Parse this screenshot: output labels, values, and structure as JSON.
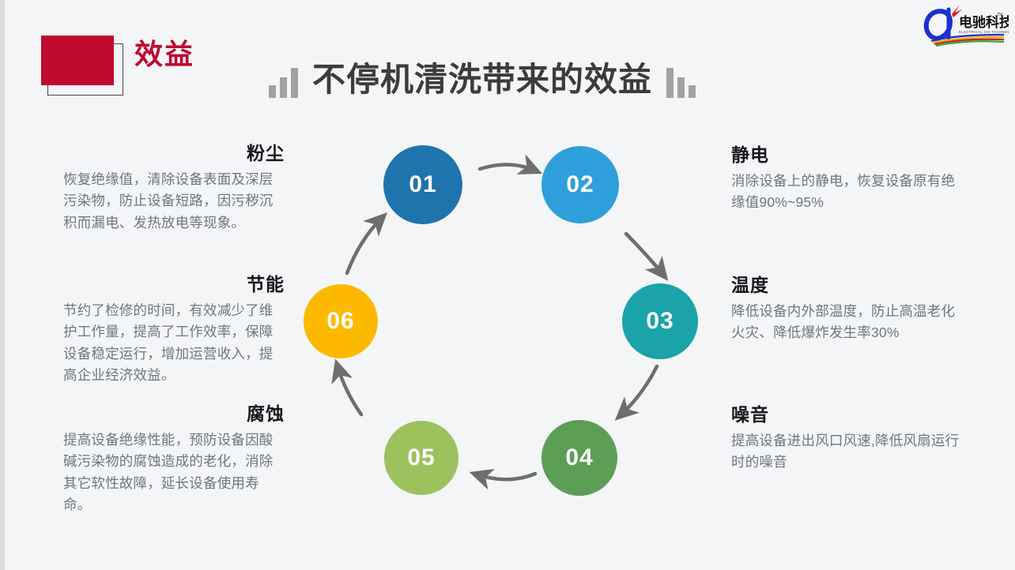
{
  "header": {
    "section_label": "效益",
    "title": "不停机清洗带来的效益",
    "badge_color": "#bf0a30",
    "title_color": "#3c3c3c",
    "bar_color": "#a2a2a4"
  },
  "logo": {
    "name": "电驰科技",
    "subtitle": "ELECTRICAL CHI TECHNOLOGY",
    "trademark": "TM"
  },
  "diagram": {
    "type": "cycle",
    "nodes": [
      {
        "id": "01",
        "label": "01",
        "color": "#1f74ad"
      },
      {
        "id": "02",
        "label": "02",
        "color": "#2f9fdb"
      },
      {
        "id": "03",
        "label": "03",
        "color": "#1aa3a8"
      },
      {
        "id": "04",
        "label": "04",
        "color": "#5c9e55"
      },
      {
        "id": "05",
        "label": "05",
        "color": "#9bc25d"
      },
      {
        "id": "06",
        "label": "06",
        "color": "#fcb900"
      }
    ],
    "arrow_color": "#6e6e6e"
  },
  "blocks": {
    "dust": {
      "heading": "粉尘",
      "body": "恢复绝缘值，清除设备表面及深层污染物，防止设备短路，因污秽沉积而漏电、发热放电等现象。"
    },
    "energy": {
      "heading": "节能",
      "body": "节约了检修的时间，有效减少了维护工作量，提高了工作效率，保障设备稳定运行，增加运营收入，提高企业经济效益。"
    },
    "corrosion": {
      "heading": "腐蚀",
      "body": "提高设备绝缘性能，预防设备因酸碱污染物的腐蚀造成的老化，消除其它软性故障，延长设备使用寿命。"
    },
    "static": {
      "heading": "静电",
      "body": "消除设备上的静电，恢复设备原有绝缘值90%~95%"
    },
    "temperature": {
      "heading": "温度",
      "body": "降低设备内外部温度，防止高温老化火灾、降低爆炸发生率30%"
    },
    "noise": {
      "heading": "噪音",
      "body": "提高设备进出风口风速,降低风扇运行时的噪音"
    }
  }
}
